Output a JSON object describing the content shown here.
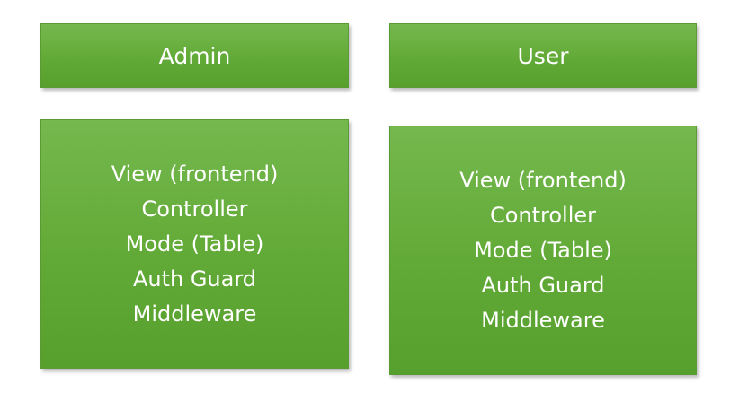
{
  "admin": {
    "title": "Admin",
    "layers": [
      "View (frontend)",
      "Controller",
      "Mode (Table)",
      "Auth Guard",
      "Middleware"
    ]
  },
  "user": {
    "title": "User",
    "layers": [
      "View (frontend)",
      "Controller",
      "Mode (Table)",
      "Auth Guard",
      "Middleware"
    ]
  }
}
